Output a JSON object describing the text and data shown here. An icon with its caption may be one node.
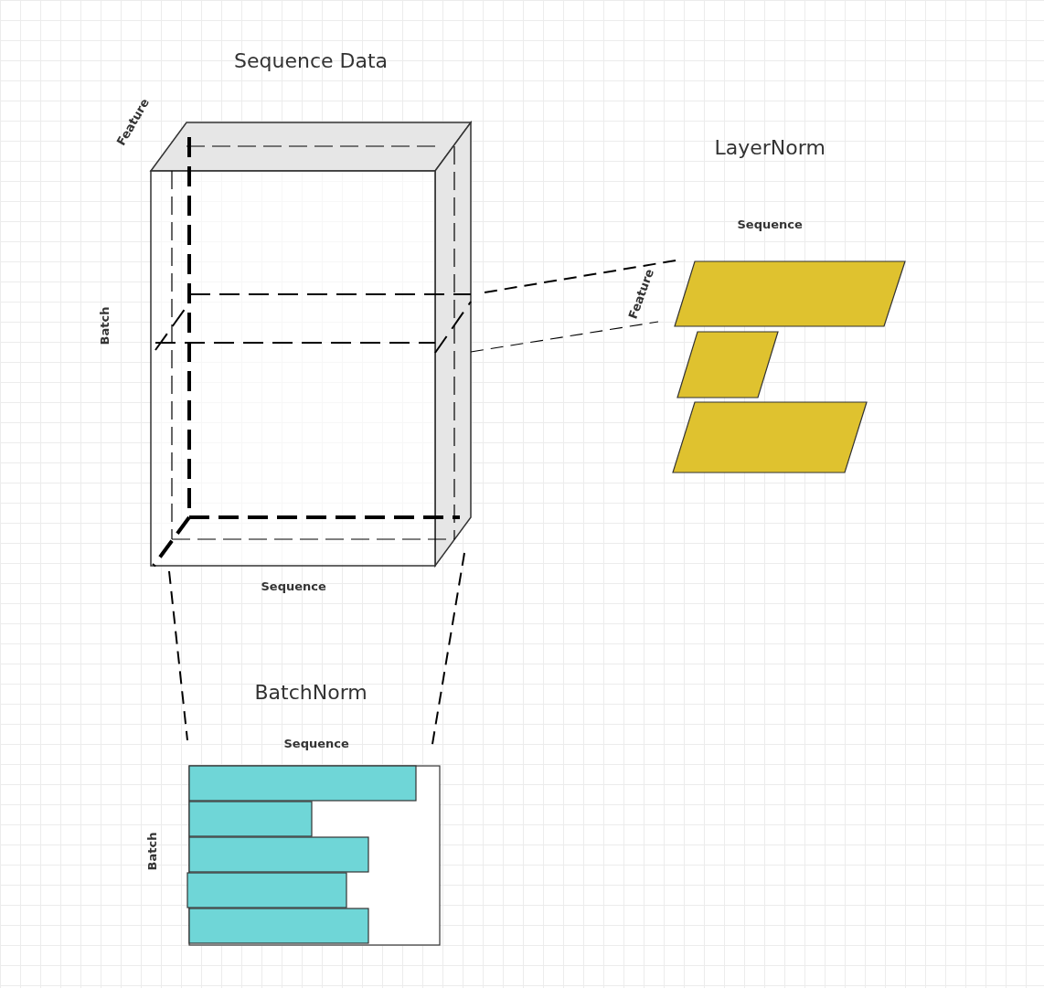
{
  "diagram": {
    "labels": [
      "Sequence Data",
      "Feature",
      "Batch",
      "Sequence",
      "LayerNorm",
      "Sequence",
      "Feature",
      "BatchNorm",
      "Sequence",
      "Batch"
    ]
  }
}
